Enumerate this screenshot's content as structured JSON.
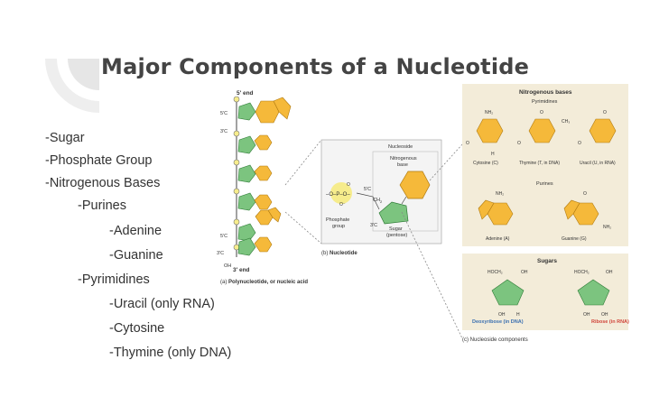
{
  "slide": {
    "title": "Major Components of a Nucleotide",
    "bullets": [
      {
        "text": "-Sugar"
      },
      {
        "text": "-Phosphate Group"
      },
      {
        "text": "-Nitrogenous Bases"
      },
      {
        "text": "-Purines"
      },
      {
        "text": "-Adenine"
      },
      {
        "text": "-Guanine"
      },
      {
        "text": "-Pyrimidines"
      },
      {
        "text": "-Uracil (only RNA)"
      },
      {
        "text": "-Cytosine"
      },
      {
        "text": "-Thymine (only DNA)"
      }
    ]
  },
  "figure": {
    "panel_a": {
      "five_prime_end": "5' end",
      "three_prime_end": "3' end",
      "labels": [
        "5'C",
        "3'C",
        "5'C",
        "3'C"
      ],
      "oh": "OH",
      "caption_letter": "(a)",
      "caption": "Polynucleotide, or nucleic acid"
    },
    "panel_b": {
      "nucleoside": "Nucleoside",
      "nitrogenous_base_1": "Nitrogenous",
      "nitrogenous_base_2": "base",
      "phosphate_1": "Phosphate",
      "phosphate_2": "group",
      "sugar_1": "Sugar",
      "sugar_2": "(pentose)",
      "five_c": "5'C",
      "ch2": "CH",
      "three_c": "3'C",
      "caption_letter": "(b)",
      "caption": "Nucleotide"
    },
    "panel_c": {
      "heading_bases": "Nitrogenous bases",
      "pyrimidines": "Pyrimidines",
      "purines": "Purines",
      "cytosine": "Cytosine (C)",
      "thymine": "Thymine (T, in DNA)",
      "uracil": "Uracil (U, in RNA)",
      "adenine": "Adenine (A)",
      "guanine": "Guanine (G)",
      "sugars": "Sugars",
      "deoxyribose": "Deoxyribose (in DNA)",
      "ribose": "Ribose (in RNA)",
      "caption": "(c) Nucleoside components"
    },
    "colors": {
      "base": "#f5b93a",
      "sugar": "#7cc47f",
      "phosphate": "#f6ec8c",
      "panel_bg": "#f3ecd9",
      "deoxyribose_label": "#3a6fb0",
      "ribose_label": "#d0453a"
    }
  }
}
